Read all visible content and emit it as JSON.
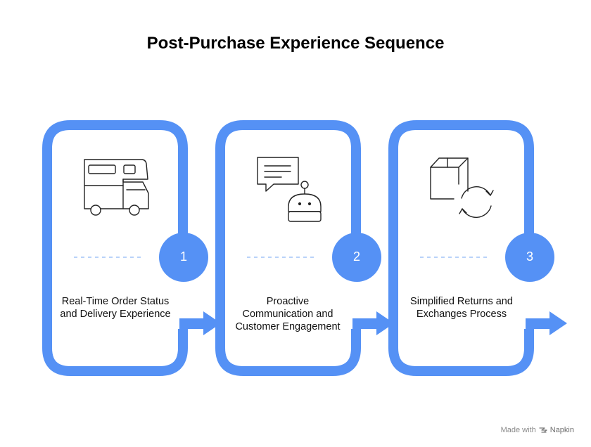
{
  "title": "Post-Purchase Experience Sequence",
  "accent_color": "#5591f5",
  "steps": [
    {
      "number": "1",
      "label": "Real-Time Order Status and Delivery Experience",
      "icon": "camper-van-icon"
    },
    {
      "number": "2",
      "label": "Proactive Communication and Customer Engagement",
      "icon": "chatbot-icon"
    },
    {
      "number": "3",
      "label": "Simplified Returns and Exchanges Process",
      "icon": "box-return-icon"
    }
  ],
  "footer": {
    "made_with": "Made with",
    "brand": "Napkin",
    "icon": "napkin-logo-icon"
  }
}
